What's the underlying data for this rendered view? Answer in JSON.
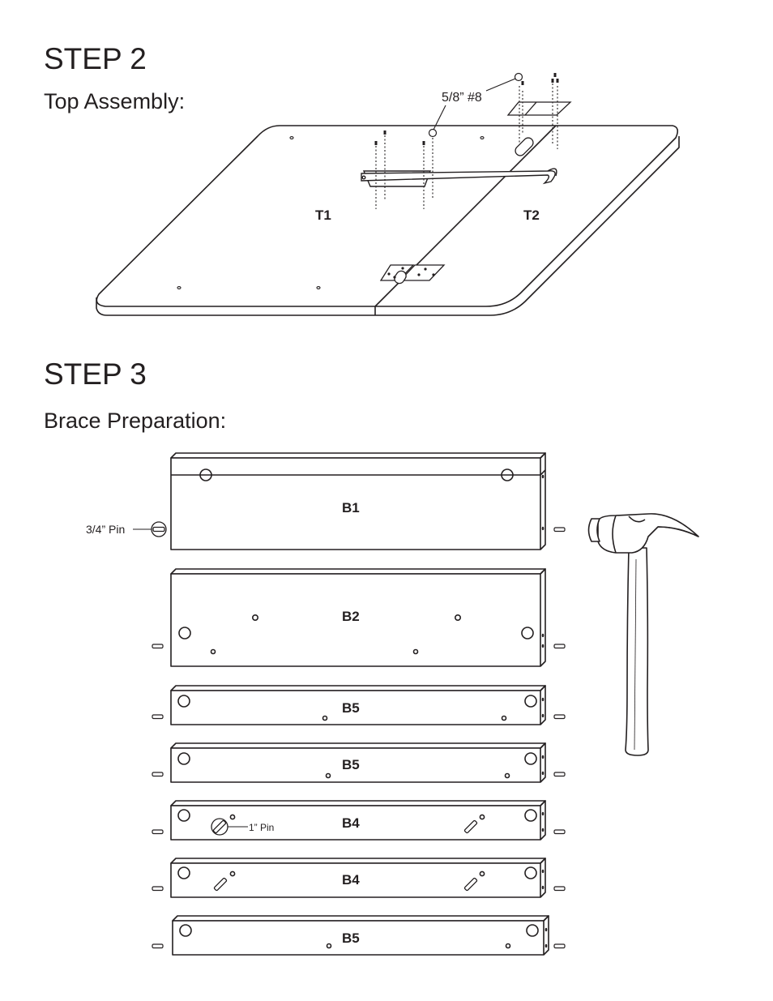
{
  "step2": {
    "title": "STEP 2",
    "subtitle": "Top Assembly:",
    "screw_label": "5/8” #8",
    "panel_left": "T1",
    "panel_right": "T2"
  },
  "step3": {
    "title": "STEP 3",
    "subtitle": "Brace Preparation:",
    "pin_label_large": "3/4” Pin",
    "pin_label_small": "1” Pin",
    "braces": [
      "B1",
      "B2",
      "B5",
      "B5",
      "B4",
      "B4",
      "B5"
    ]
  },
  "icons": {
    "tool": "hammer-icon",
    "hardware": [
      "hinge-icon",
      "screw-icon",
      "pin-icon",
      "handle-bar-icon"
    ]
  }
}
